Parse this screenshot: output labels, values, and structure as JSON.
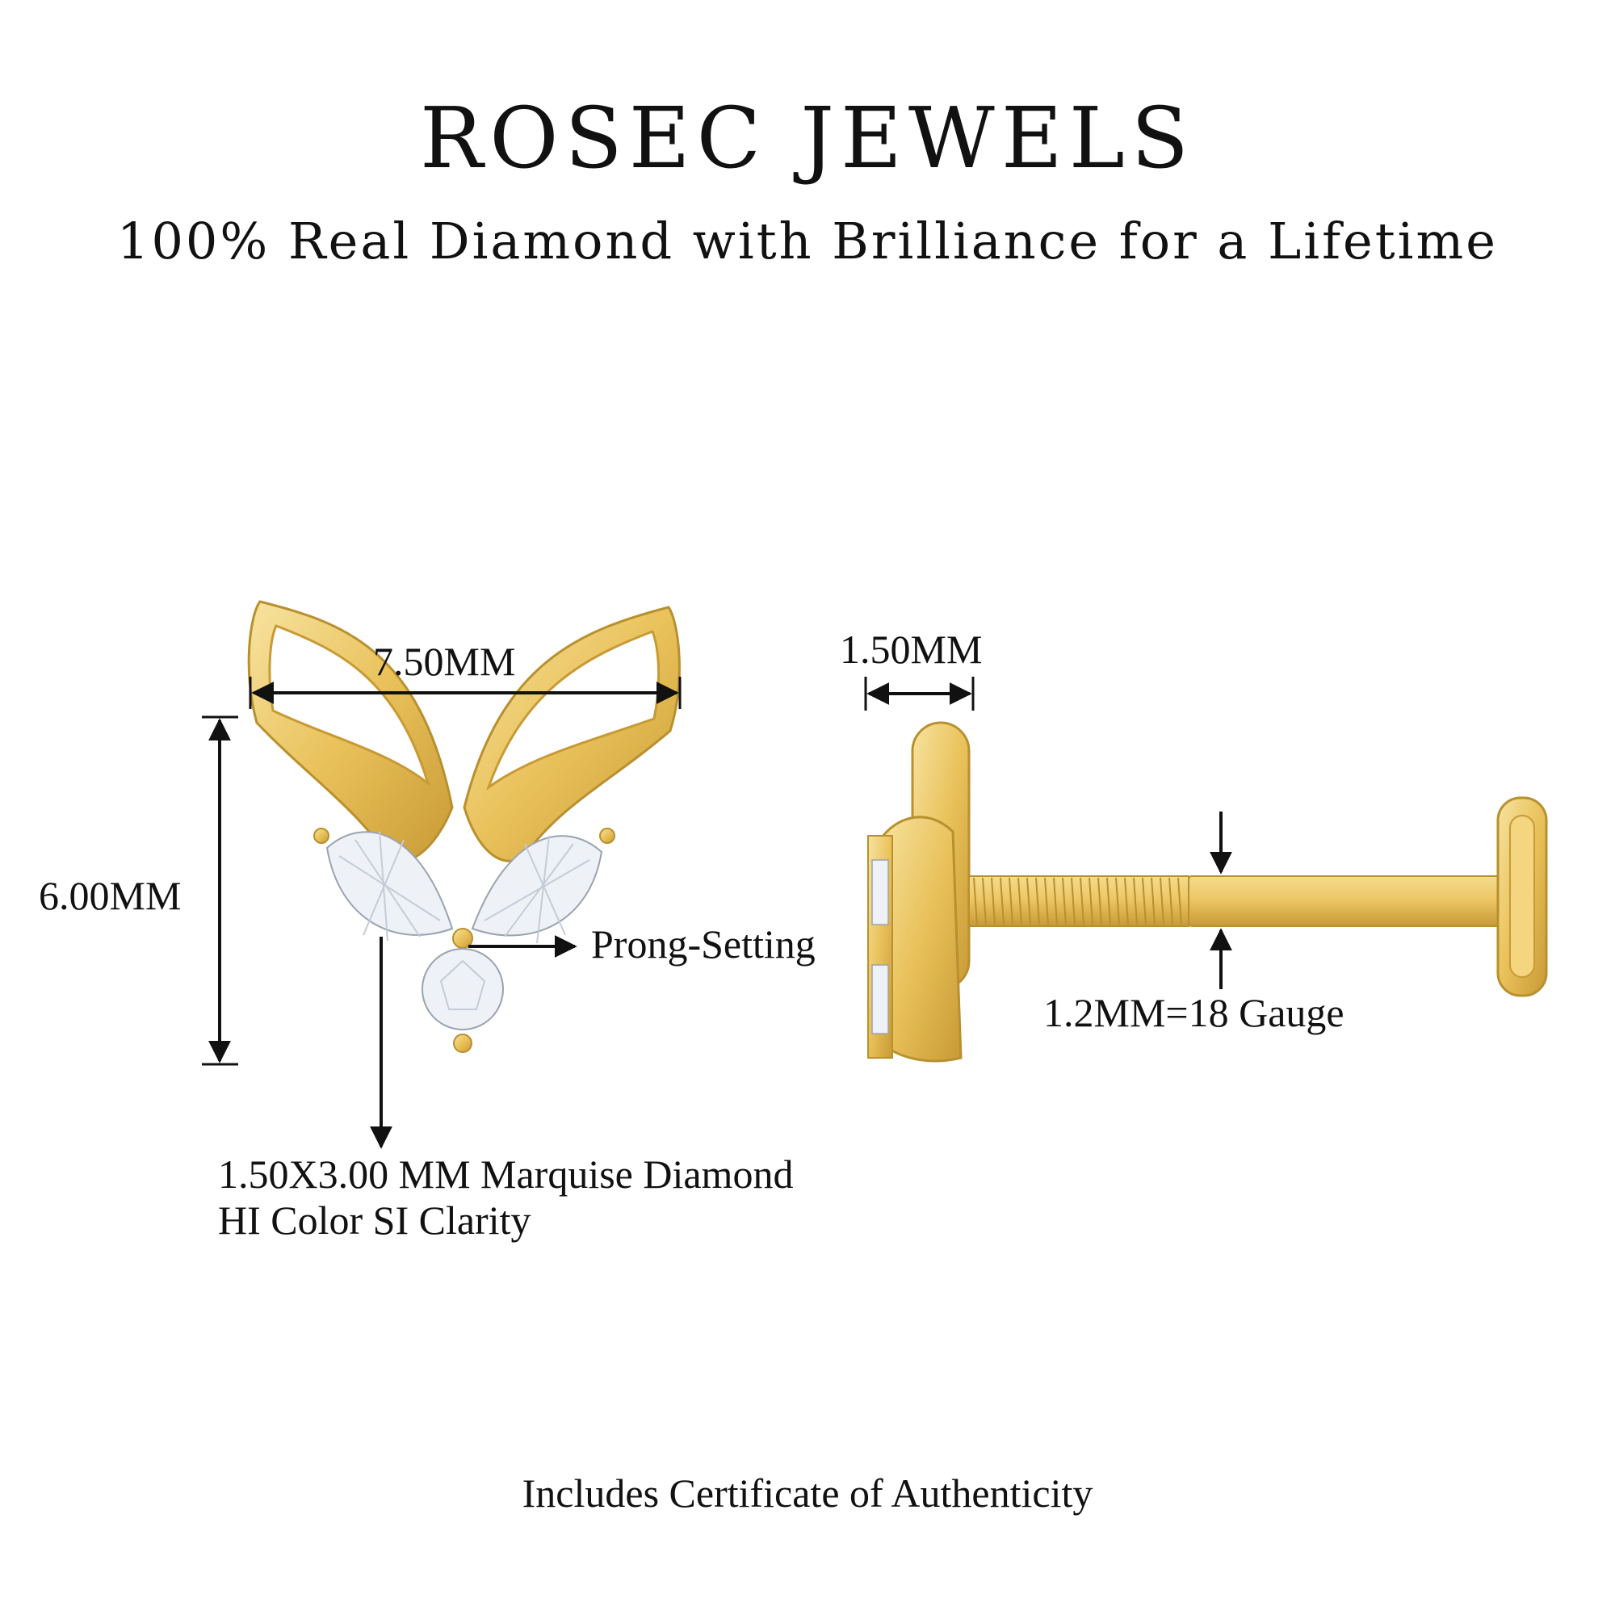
{
  "header": {
    "brand": "ROSEC JEWELS",
    "tagline": "100% Real Diamond with Brilliance for a Lifetime"
  },
  "front_view": {
    "width_label": "7.50MM",
    "height_label": "6.00MM",
    "prong_label": "Prong-Setting",
    "diamond_spec_line1": "1.50X3.00 MM Marquise Diamond",
    "diamond_spec_line2": "HI Color SI Clarity"
  },
  "side_view": {
    "head_depth_label": "1.50MM",
    "gauge_label": "1.2MM=18 Gauge"
  },
  "footer": {
    "certificate": "Includes Certificate of Authenticity"
  },
  "colors": {
    "gold": "#E9C15A",
    "gold_dark": "#B8902E",
    "gold_light": "#F7E3A0",
    "diamond": "#EEF1F6",
    "ink": "#111111"
  }
}
